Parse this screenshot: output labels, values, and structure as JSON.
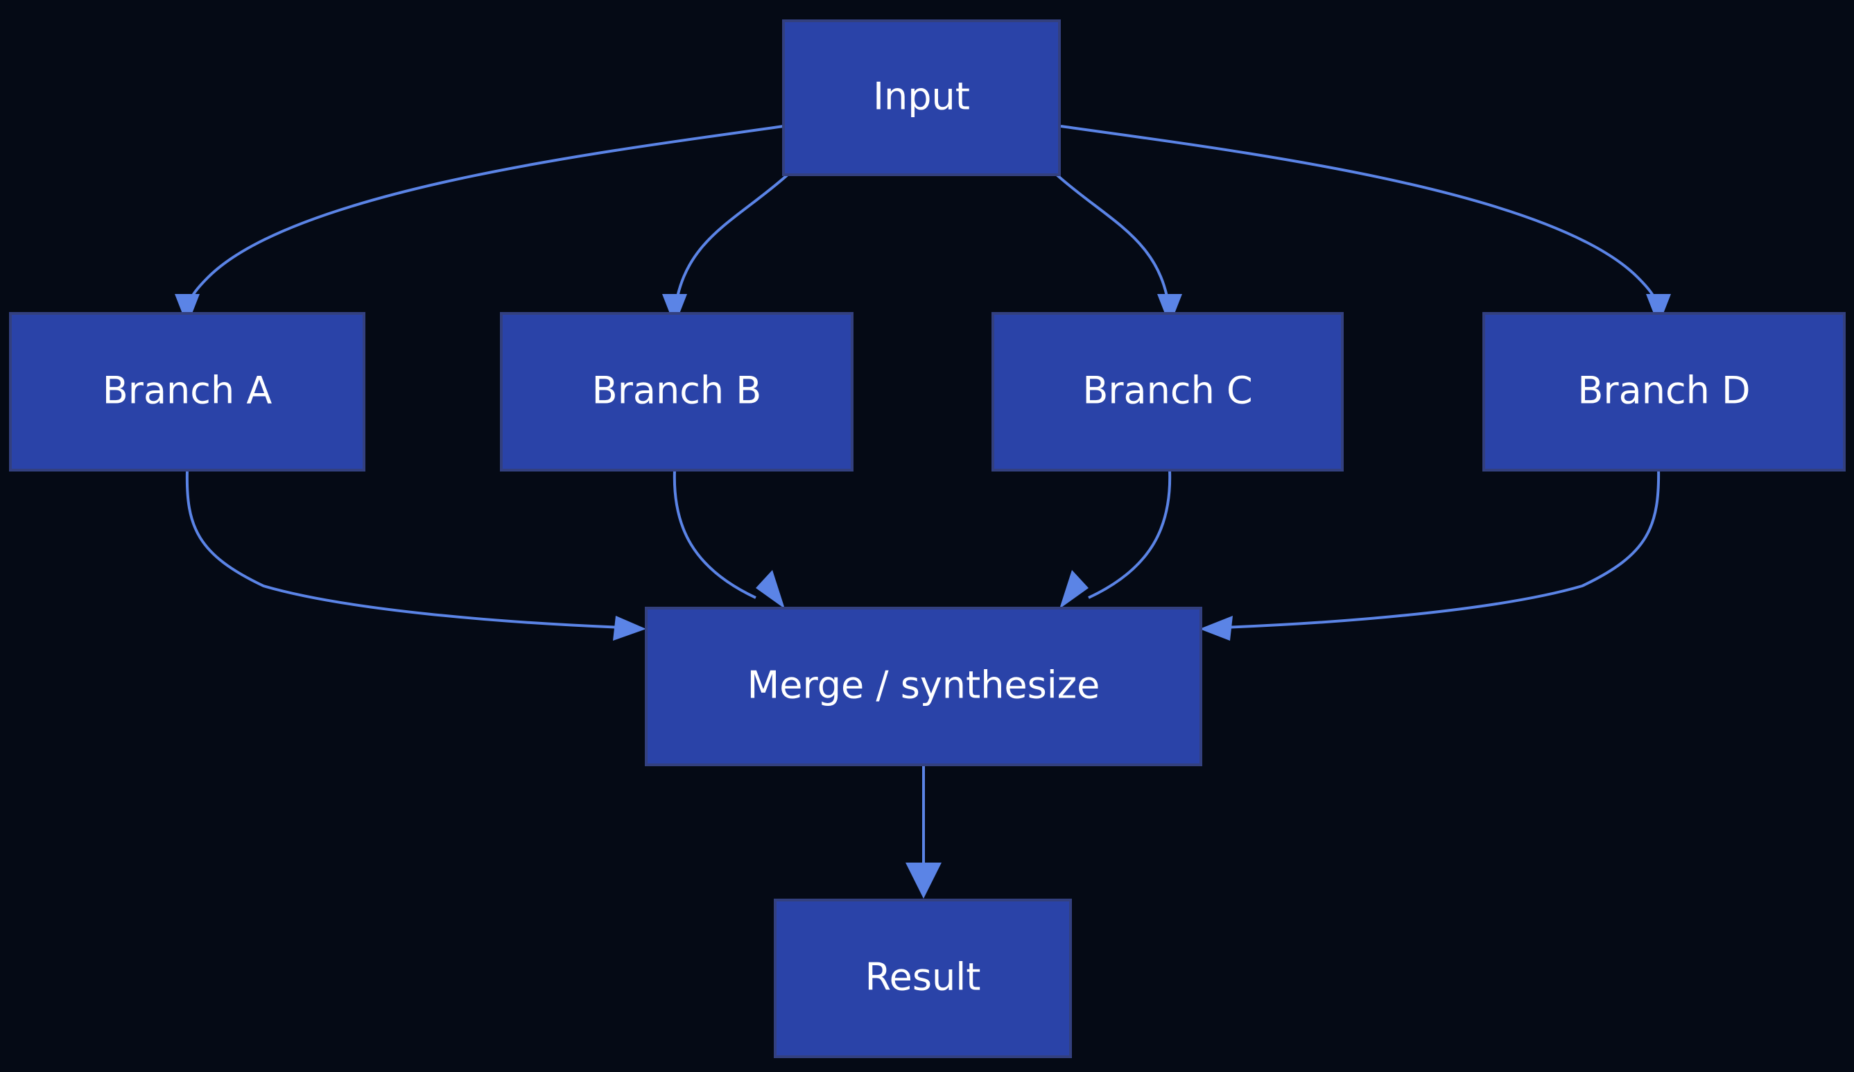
{
  "diagram": {
    "title_visible": false,
    "background_color": "#050a15",
    "node_fill_color": "#2a43a8",
    "node_border_color": "#33407f",
    "node_text_color": "#ffffff",
    "edge_color": "#5b84e6",
    "orientation": "top-to-bottom",
    "nodes": {
      "input": {
        "label": "Input"
      },
      "branch_a": {
        "label": "Branch A"
      },
      "branch_b": {
        "label": "Branch B"
      },
      "branch_c": {
        "label": "Branch C"
      },
      "branch_d": {
        "label": "Branch D"
      },
      "merge": {
        "label": "Merge / synthesize"
      },
      "result": {
        "label": "Result"
      }
    },
    "edges": [
      {
        "from": "Input",
        "to": "Branch A"
      },
      {
        "from": "Input",
        "to": "Branch B"
      },
      {
        "from": "Input",
        "to": "Branch C"
      },
      {
        "from": "Input",
        "to": "Branch D"
      },
      {
        "from": "Branch A",
        "to": "Merge / synthesize"
      },
      {
        "from": "Branch B",
        "to": "Merge / synthesize"
      },
      {
        "from": "Branch C",
        "to": "Merge / synthesize"
      },
      {
        "from": "Branch D",
        "to": "Merge / synthesize"
      },
      {
        "from": "Merge / synthesize",
        "to": "Result"
      }
    ]
  }
}
